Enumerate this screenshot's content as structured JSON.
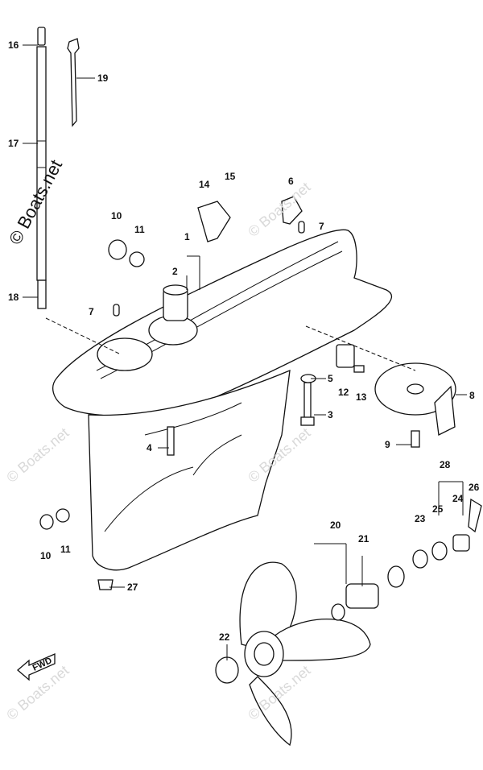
{
  "watermark": {
    "text": "© Boats.net",
    "main_text": "© Boats.net"
  },
  "fwd_label": "FWD",
  "callouts": [
    "16",
    "19",
    "17",
    "18",
    "14",
    "15",
    "6",
    "7",
    "10",
    "11",
    "1",
    "2",
    "7",
    "5",
    "12",
    "13",
    "8",
    "3",
    "4",
    "9",
    "28",
    "26",
    "23",
    "25",
    "24",
    "20",
    "21",
    "10",
    "11",
    "27",
    "22"
  ]
}
